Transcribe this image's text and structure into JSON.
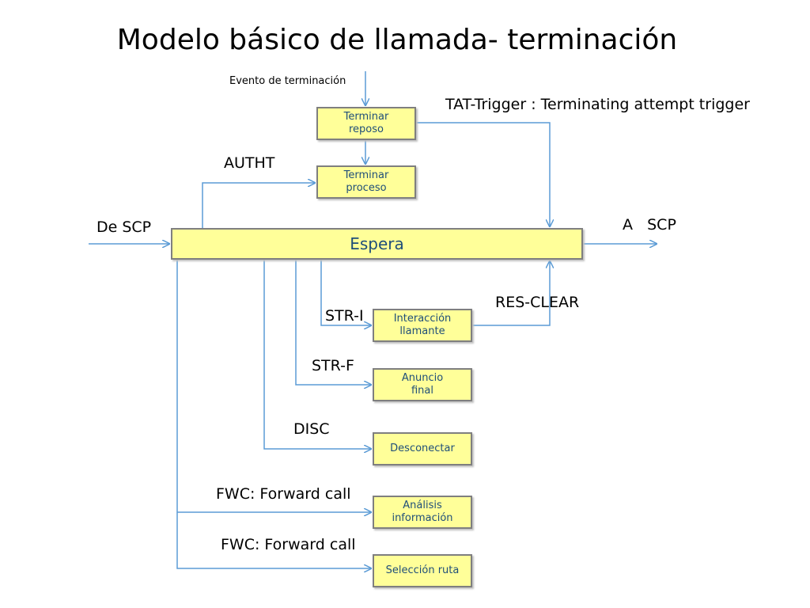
{
  "title": "Modelo básico de llamada- terminación",
  "labels": {
    "evento": "Evento de terminación",
    "tat": "TAT-Trigger : Terminating attempt trigger",
    "autht": "AUTHT",
    "de_scp": "De SCP",
    "a_scp": "A   SCP",
    "res_clear": "RES-CLEAR",
    "str_i": "STR-I",
    "str_f": "STR-F",
    "disc": "DISC",
    "fwc1": "FWC: Forward call",
    "fwc2": "FWC: Forward call"
  },
  "boxes": {
    "terminar_reposo": "Terminar\nreposo",
    "terminar_proceso": "Terminar\nproceso",
    "espera": "Espera",
    "interaccion": "Interacción\nllamante",
    "anuncio": "Anuncio\nfinal",
    "desconectar": "Desconectar",
    "analisis": "Análisis\ninformación",
    "seleccion": "Selección ruta"
  },
  "colors": {
    "box_fill": "#ffff99",
    "box_border": "#7f7f7f",
    "box_text": "#1f4e79",
    "arrow": "#5b9bd5"
  }
}
